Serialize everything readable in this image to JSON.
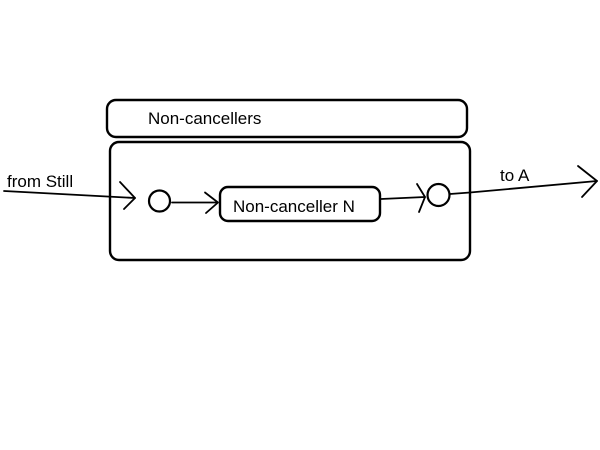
{
  "diagram": {
    "type": "signal-flow",
    "background_color": "#ffffff",
    "stroke_color": "#000000",
    "group": {
      "title": "Non-cancellers",
      "node_label": "Non-canceller N"
    },
    "edges": {
      "input_label": "from Still",
      "output_label": "to A"
    },
    "ports": [
      {
        "name": "input-port",
        "shape": "circle"
      },
      {
        "name": "output-port",
        "shape": "circle"
      }
    ]
  }
}
